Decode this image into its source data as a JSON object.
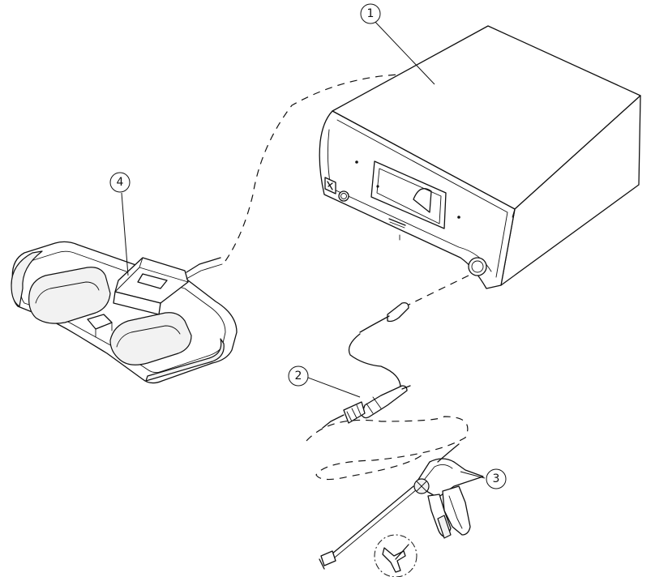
{
  "callouts": {
    "c1": "1",
    "c2": "2",
    "c3": "3",
    "c4": "4"
  },
  "parts": [
    {
      "callout": "1",
      "icon": "generator-unit"
    },
    {
      "callout": "2",
      "icon": "connector-cable"
    },
    {
      "callout": "3",
      "icon": "handpiece-instrument"
    },
    {
      "callout": "4",
      "icon": "foot-pedal"
    }
  ]
}
